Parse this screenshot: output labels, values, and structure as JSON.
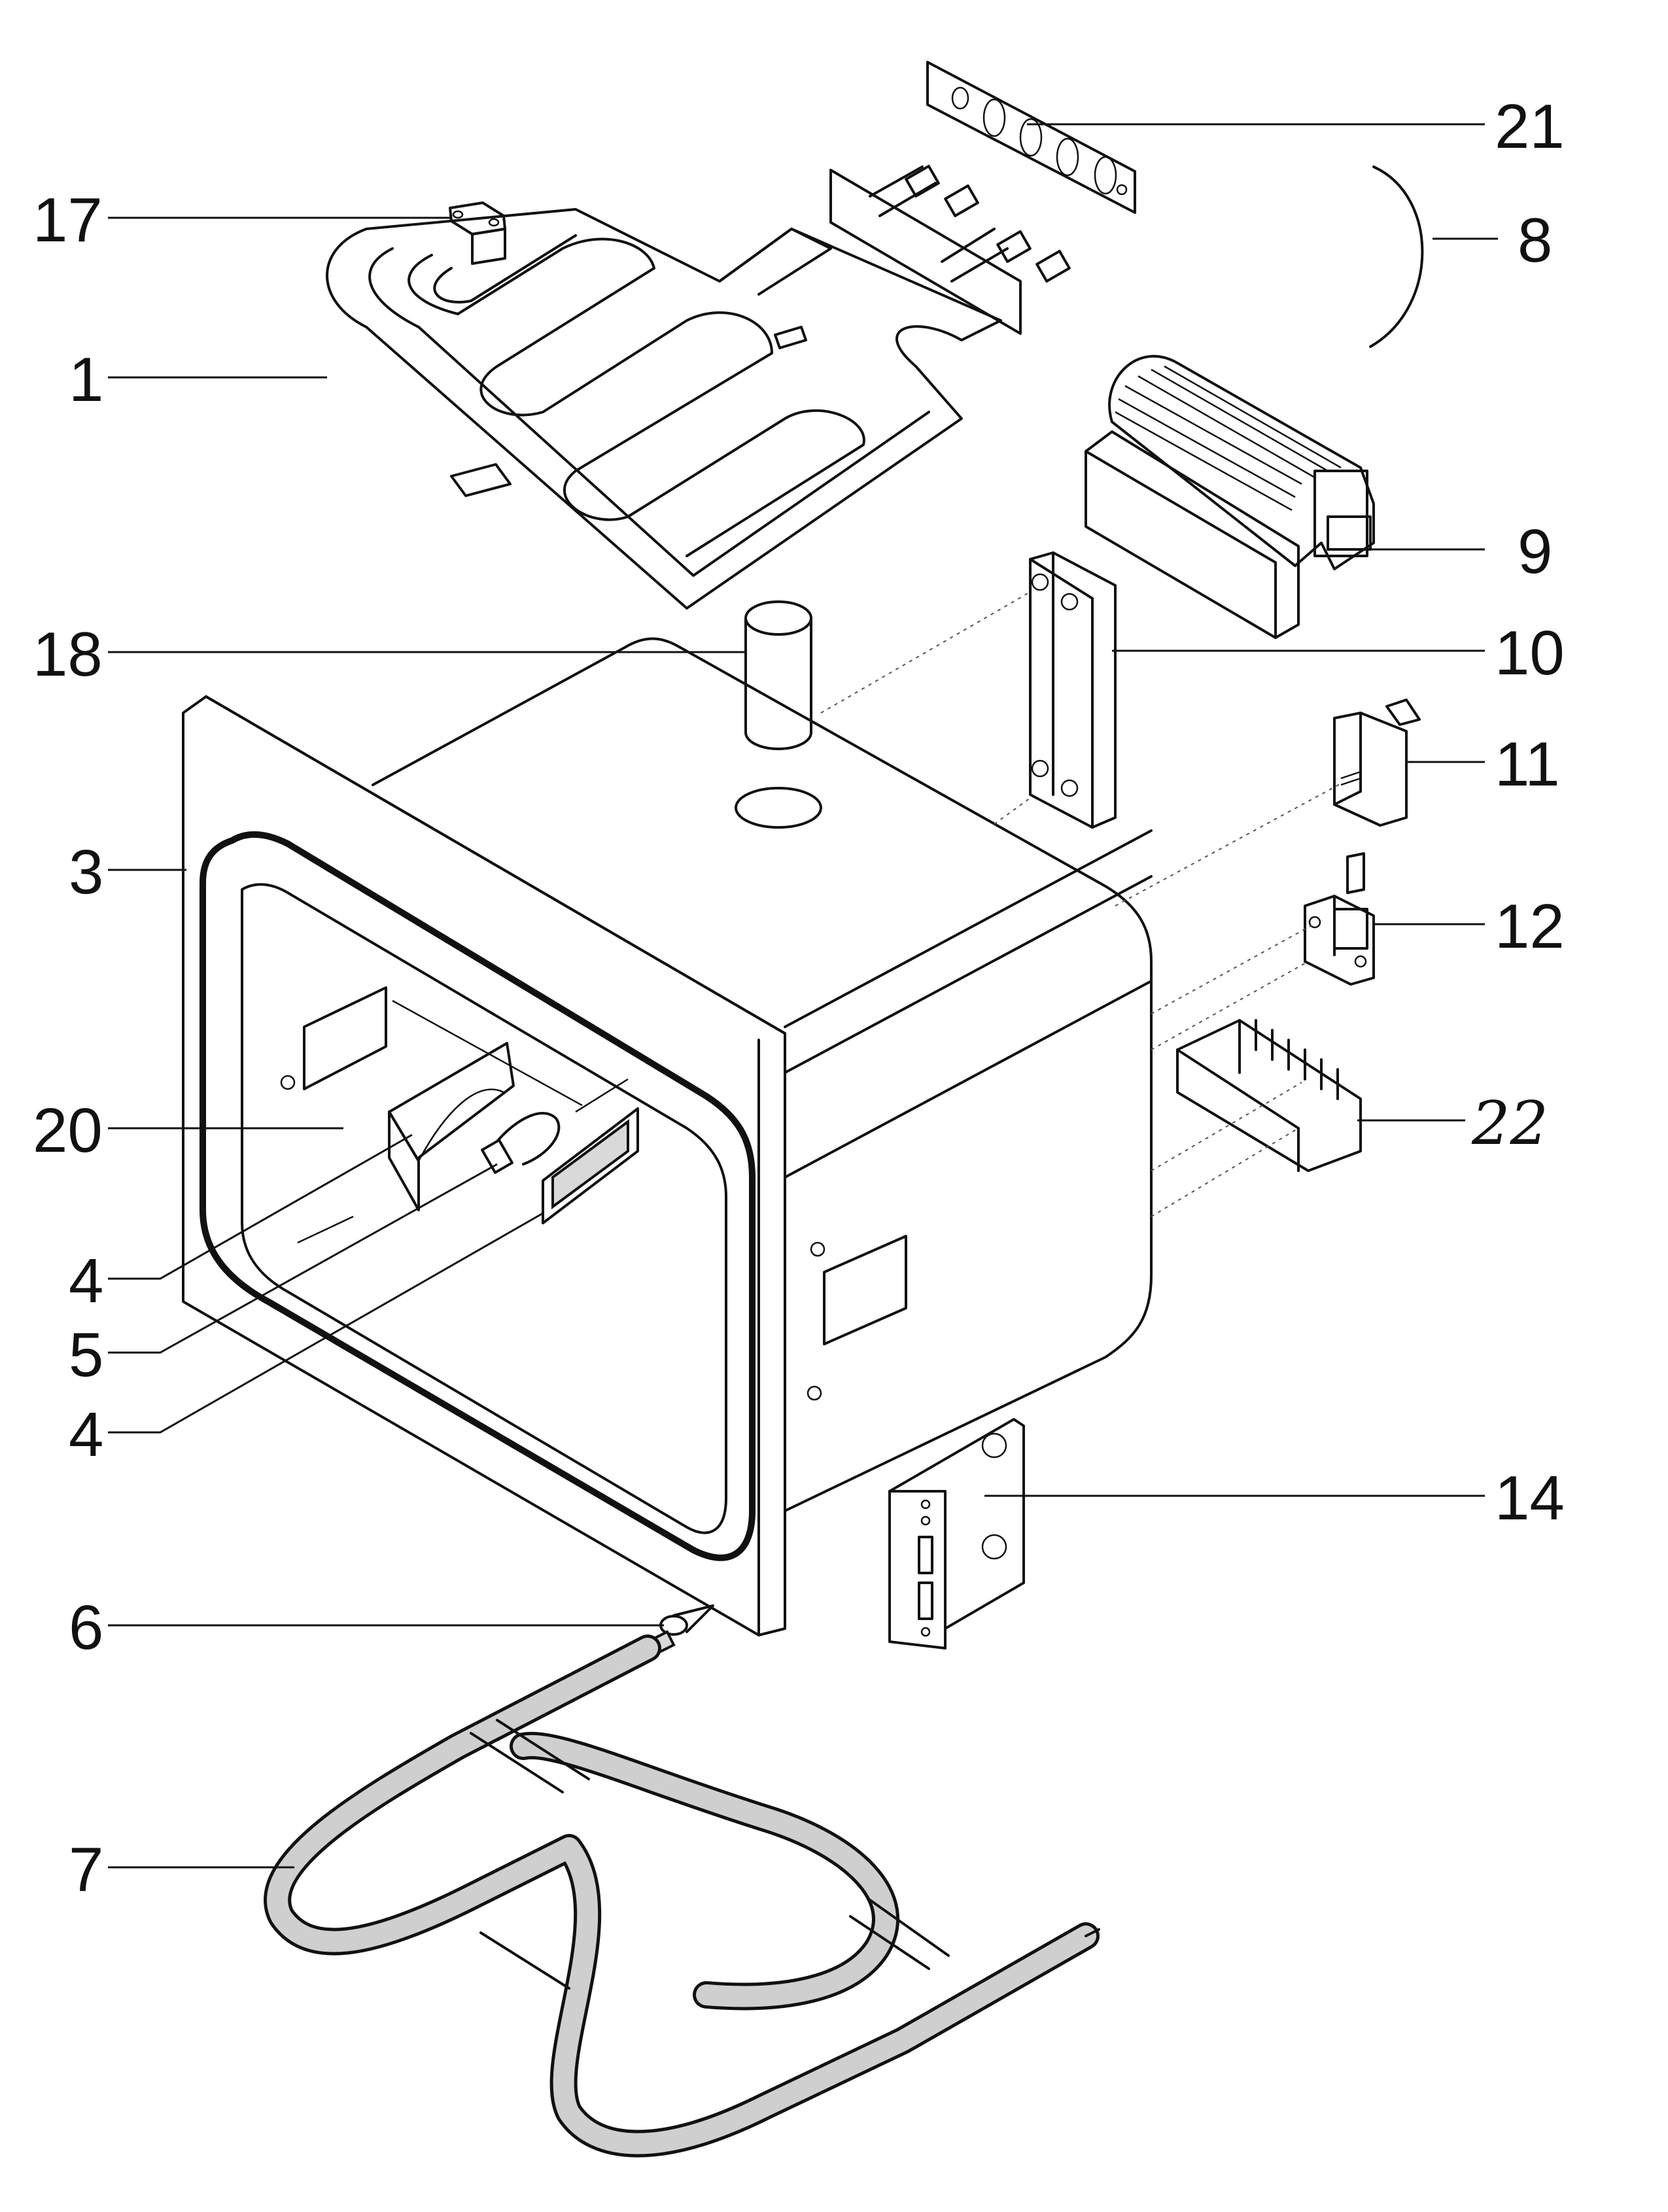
{
  "diagram": {
    "callouts": [
      "21",
      "17",
      "8",
      "1",
      "9",
      "18",
      "10",
      "11",
      "3",
      "12",
      "20",
      "22",
      "4",
      "5",
      "4",
      "14",
      "6",
      "7"
    ]
  }
}
